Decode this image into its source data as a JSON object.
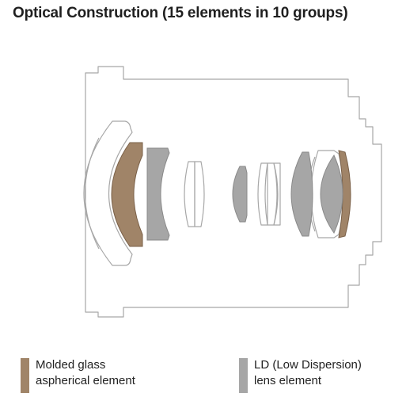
{
  "title": "Optical Construction (15 elements in 10 groups)",
  "legend": [
    {
      "line1": "Molded glass",
      "line2": "aspherical element",
      "color": "#a08468"
    },
    {
      "line1": "LD (Low Dispersion)",
      "line2": "lens element",
      "color": "#a6a6a6"
    }
  ],
  "colors": {
    "outline": "#a7a7a7",
    "molded": "#a08468",
    "ld": "#a6a6a6"
  }
}
